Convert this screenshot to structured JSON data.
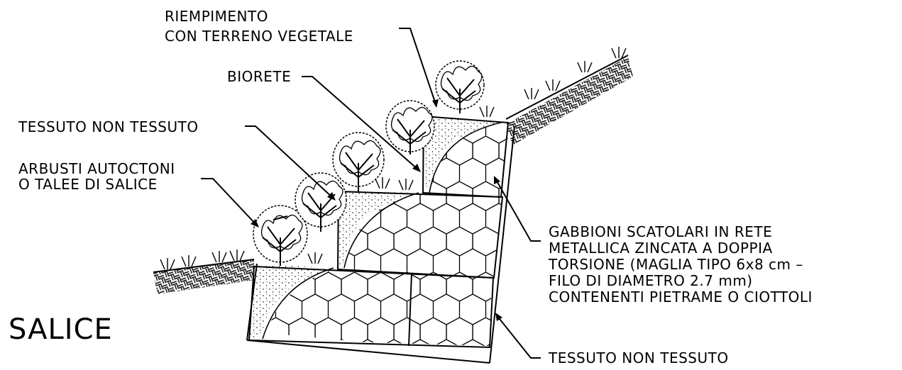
{
  "labels": {
    "riempimento_line1": "RIEMPIMENTO",
    "riempimento_line2": "CON TERRENO VEGETALE",
    "biorete": "BIORETE",
    "tnt_top": "TESSUTO NON TESSUTO",
    "arbusti_line1": "ARBUSTI AUTOCTONI",
    "arbusti_line2": "O TALEE DI SALICE",
    "gabbioni_line1": "GABBIONI SCATOLARI IN RETE",
    "gabbioni_line2": "METALLICA ZINCATA A DOPPIA",
    "gabbioni_line3": "TORSIONE (MAGLIA TIPO 6x8 cm –",
    "gabbioni_line4": "FILO DI DIAMETRO 2.7 mm)",
    "gabbioni_line5": "CONTENENTI PIETRAME O CIOTTOLI",
    "tnt_bottom": "TESSUTO NON TESSUTO",
    "title": "SALICE"
  }
}
